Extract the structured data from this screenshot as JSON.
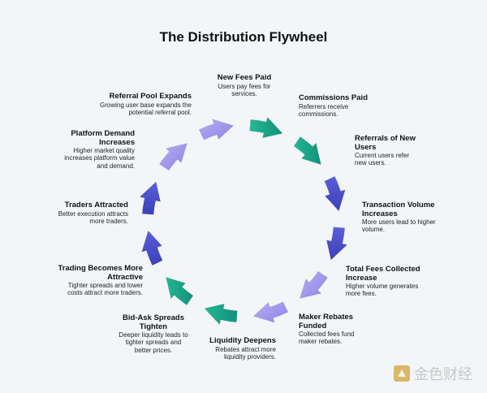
{
  "title": "The Distribution Flywheel",
  "colors": {
    "teal": "#1aa98a",
    "blue": "#4a4fcf",
    "lavender": "#9e96ec"
  },
  "nodes": [
    {
      "title": "New Fees Paid",
      "desc": "Users pay fees for services."
    },
    {
      "title": "Commissions Paid",
      "desc": "Referrers receive commissions."
    },
    {
      "title": "Referrals of New Users",
      "desc": "Current users refer new users."
    },
    {
      "title": "Transaction Volume Increases",
      "desc": "More users lead to higher volume."
    },
    {
      "title": "Total Fees Collected Increase",
      "desc": "Higher volume generates more fees."
    },
    {
      "title": "Maker Rebates Funded",
      "desc": "Collected fees fund maker rebates."
    },
    {
      "title": "Liquidity Deepens",
      "desc": "Rebates attract more liquidity providers."
    },
    {
      "title": "Bid-Ask Spreads Tighten",
      "desc": "Deeper liquidity leads to tighter spreads and better prices."
    },
    {
      "title": "Trading Becomes More Attractive",
      "desc": "Tighter spreads and lower costs attract more traders."
    },
    {
      "title": "Traders Attracted",
      "desc": "Better execution attracts more traders."
    },
    {
      "title": "Platform Demand Increases",
      "desc": "Higher market quality increases platform value and demand."
    },
    {
      "title": "Referral Pool Expands",
      "desc": "Growing user base expands the potential referral pool."
    }
  ],
  "watermark": {
    "text": "金色财经",
    "icon": "jinse-logo-icon"
  }
}
